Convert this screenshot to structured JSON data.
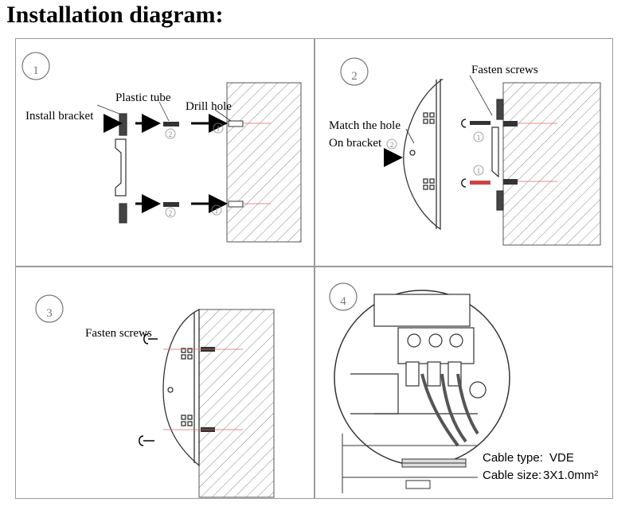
{
  "title": "Installation diagram:",
  "panels": [
    {
      "step": "1",
      "labels": {
        "install_bracket": "Install bracket",
        "plastic_tube": "Plastic tube",
        "drill_hole": "Drill hole"
      },
      "small_markers": [
        "2",
        "1",
        "2",
        "1"
      ]
    },
    {
      "step": "2",
      "labels": {
        "fasten_screws": "Fasten screws",
        "match_hole": "Match the hole",
        "on_bracket": "On bracket"
      },
      "small_markers": [
        "2",
        "1",
        "1"
      ]
    },
    {
      "step": "3",
      "labels": {
        "fasten_screws": "Fasten screws"
      }
    },
    {
      "step": "4",
      "cable_type_label": "Cable type:",
      "cable_type_value": "VDE",
      "cable_size_label": "Cable size:",
      "cable_size_value": "3X1.0mm²"
    }
  ]
}
